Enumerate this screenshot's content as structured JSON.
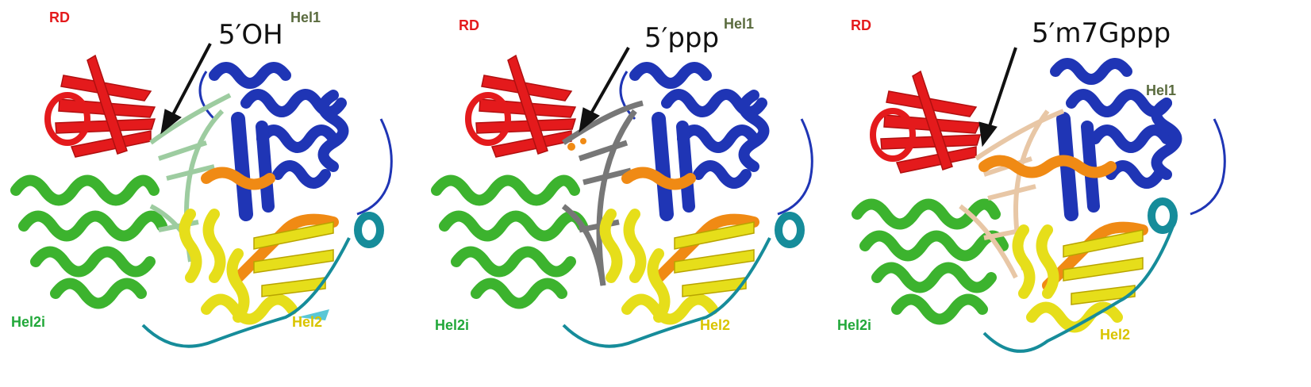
{
  "colors": {
    "rd": "#e41a1c",
    "hel1": "#1f35b5",
    "hel1_label": "#5a6b3e",
    "hel2": "#e6de1a",
    "hel2_label": "#d9c400",
    "hel2i": "#3cb32e",
    "hel2i_label": "#22a83a",
    "linker": "#f08a14",
    "cterm": "#168c9a",
    "rna_oh": "#9dcca0",
    "rna_ppp": "#777777",
    "rna_cap": "#e8c7a6"
  },
  "panels": [
    {
      "label_rd": "RD",
      "label_hel1": "Hel1",
      "label_hel2i": "Hel2i",
      "label_hel2": "Hel2",
      "end_label": "5′OH",
      "rna_color_key": "rna_oh"
    },
    {
      "label_rd": "RD",
      "label_hel1": "Hel1",
      "label_hel2i": "Hel2i",
      "label_hel2": "Hel2",
      "end_label": "5′ppp",
      "rna_color_key": "rna_ppp"
    },
    {
      "label_rd": "RD",
      "label_hel1": "Hel1",
      "label_hel2i": "Hel2i",
      "label_hel2": "Hel2",
      "end_label": "5′m7Gppp",
      "rna_color_key": "rna_cap"
    }
  ]
}
